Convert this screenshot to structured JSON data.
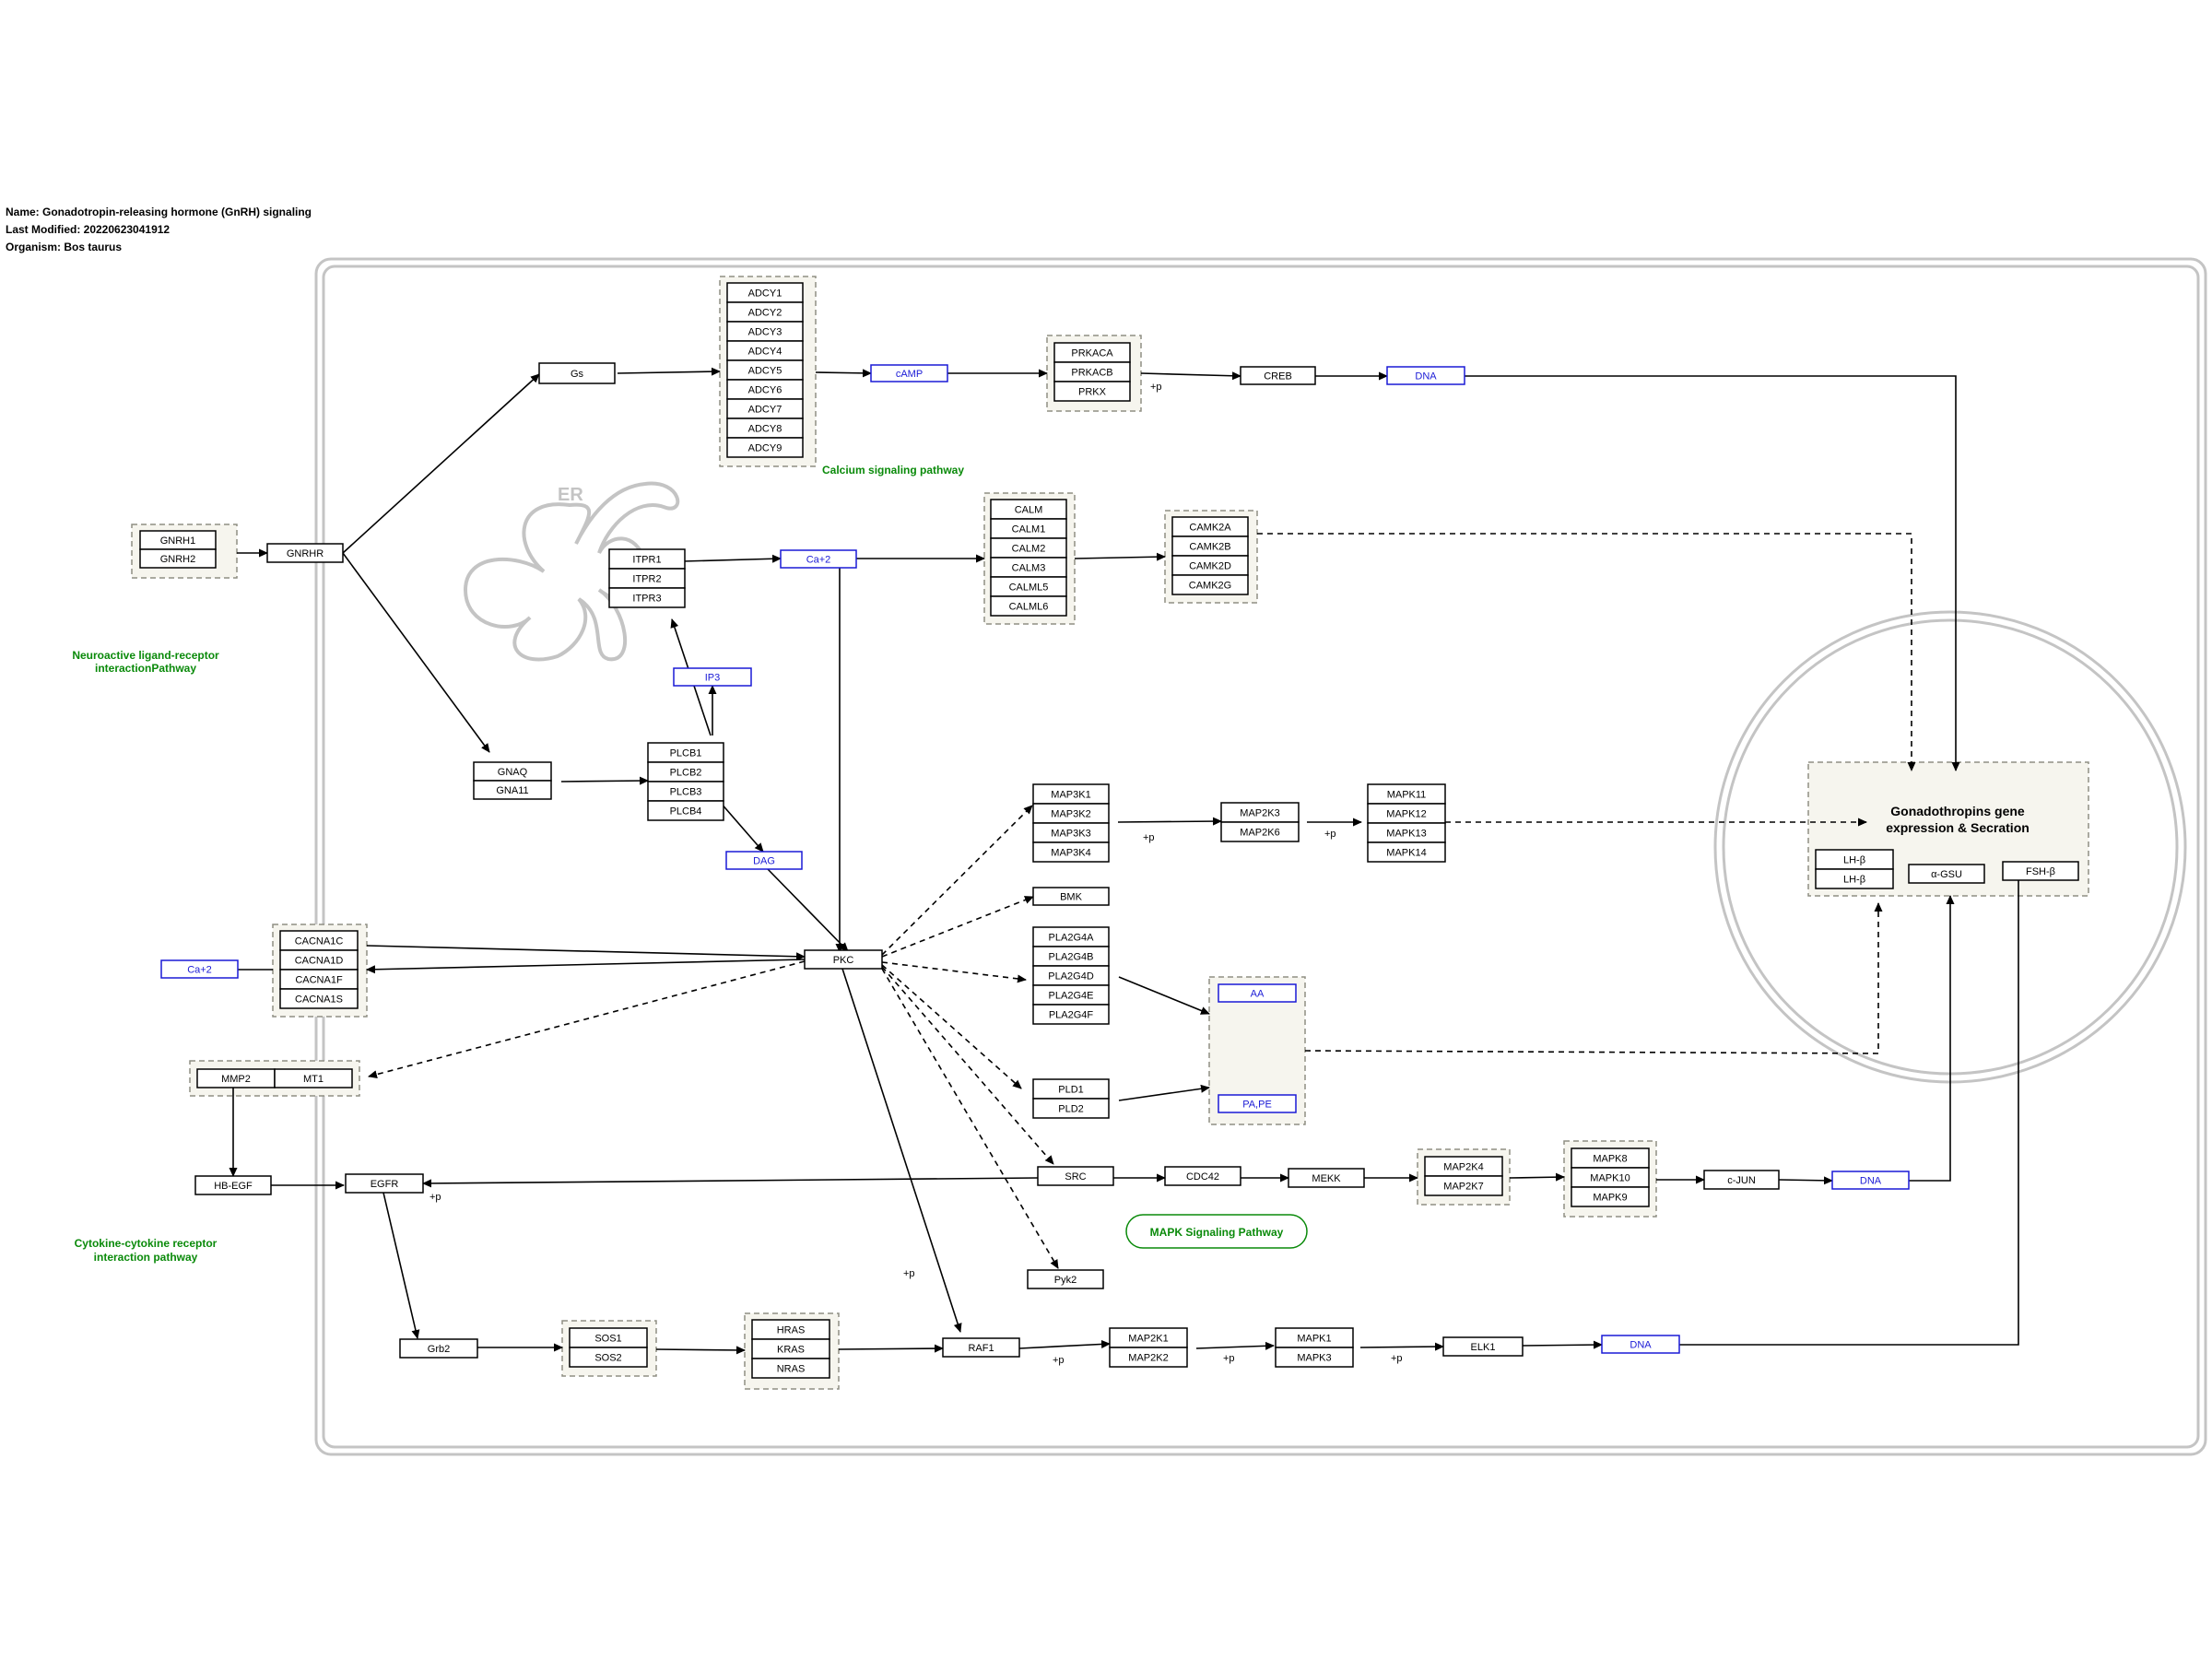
{
  "meta": {
    "name": "Name: Gonadotropin-releasing hormone (GnRH) signaling",
    "modified": "Last Modified: 20220623041912",
    "organism": "Organism: Bos taurus"
  },
  "labels": {
    "er": "ER",
    "gonado_title_1": "Gonadothropins gene",
    "gonado_title_2": "expression & Secration"
  },
  "pathways": {
    "calcium": "Calcium signaling pathway",
    "neuro_1": "Neuroactive ligand-receptor",
    "neuro_2": "interactionPathway",
    "cytokine_1": "Cytokine-cytokine receptor",
    "cytokine_2": "interaction pathway",
    "mapk": "MAPK Signaling Pathway"
  },
  "phospho": "+p",
  "genes": {
    "gnrh": [
      "GNRH1",
      "GNRH2"
    ],
    "gnrhr": "GNRHR",
    "gs": "Gs",
    "adcy": [
      "ADCY1",
      "ADCY2",
      "ADCY3",
      "ADCY4",
      "ADCY5",
      "ADCY6",
      "ADCY7",
      "ADCY8",
      "ADCY9"
    ],
    "prka": [
      "PRKACA",
      "PRKACB",
      "PRKX"
    ],
    "creb": "CREB",
    "itpr": [
      "ITPR1",
      "ITPR2",
      "ITPR3"
    ],
    "calm": [
      "CALM",
      "CALM1",
      "CALM2",
      "CALM3",
      "CALML5",
      "CALML6"
    ],
    "camk": [
      "CAMK2A",
      "CAMK2B",
      "CAMK2D",
      "CAMK2G"
    ],
    "gnaq": [
      "GNAQ",
      "GNA11"
    ],
    "plcb": [
      "PLCB1",
      "PLCB2",
      "PLCB3",
      "PLCB4"
    ],
    "map3k": [
      "MAP3K1",
      "MAP3K2",
      "MAP3K3",
      "MAP3K4"
    ],
    "map2k36": [
      "MAP2K3",
      "MAP2K6"
    ],
    "mapk_p38": [
      "MAPK11",
      "MAPK12",
      "MAPK13",
      "MAPK14"
    ],
    "bmk": "BMK",
    "pla2g4": [
      "PLA2G4A",
      "PLA2G4B",
      "PLA2G4D",
      "PLA2G4E",
      "PLA2G4F"
    ],
    "cacna": [
      "CACNA1C",
      "CACNA1D",
      "CACNA1F",
      "CACNA1S"
    ],
    "pkc": "PKC",
    "mmp": [
      "MMP2",
      "MT1"
    ],
    "pld": [
      "PLD1",
      "PLD2"
    ],
    "hbegf": "HB-EGF",
    "egfr": "EGFR",
    "src": "SRC",
    "cdc42": "CDC42",
    "mekk": "MEKK",
    "map2k47": [
      "MAP2K4",
      "MAP2K7"
    ],
    "jnk": [
      "MAPK8",
      "MAPK10",
      "MAPK9"
    ],
    "cjun": "c-JUN",
    "pyk2": "Pyk2",
    "grb2": "Grb2",
    "sos": [
      "SOS1",
      "SOS2"
    ],
    "ras": [
      "HRAS",
      "KRAS",
      "NRAS"
    ],
    "raf1": "RAF1",
    "map2k12": [
      "MAP2K1",
      "MAP2K2"
    ],
    "erk": [
      "MAPK1",
      "MAPK3"
    ],
    "elk1": "ELK1",
    "lhb": [
      "LH-β",
      "LH-β"
    ],
    "agsu": "α-GSU",
    "fshb": "FSH-β"
  },
  "metabolites": {
    "camp": "cAMP",
    "dna": "DNA",
    "ca2": "Ca+2",
    "ip3": "IP3",
    "dag": "DAG",
    "aa": "AA",
    "pape": "PA,PE"
  }
}
